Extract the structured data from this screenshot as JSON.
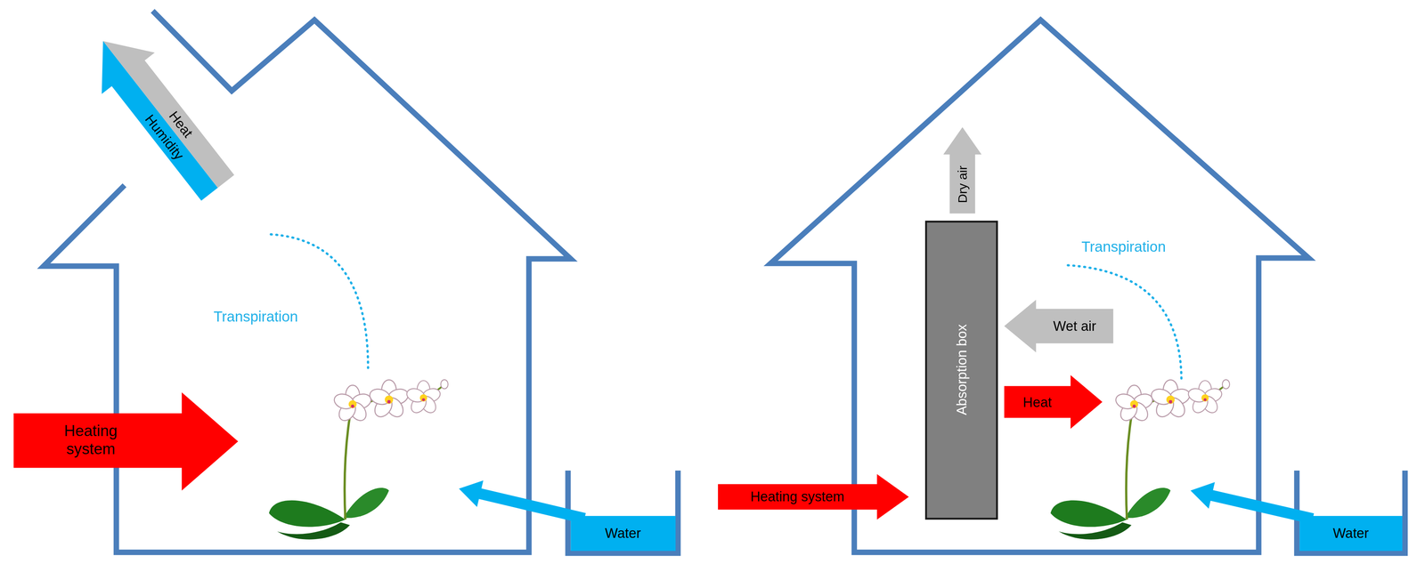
{
  "diagram": {
    "nodes": [
      {
        "text": [
          "Heat"
        ]
      },
      {
        "text": [
          "Humidity"
        ]
      },
      {
        "text": [
          "Heating system"
        ]
      },
      {
        "text": [
          "Water"
        ]
      },
      {
        "text": [
          "Dry air"
        ]
      },
      {
        "text": [
          "Absorption box"
        ]
      },
      {
        "text": [
          "Wet air"
        ]
      },
      {
        "text": [
          "Heat"
        ]
      },
      {
        "text": [
          "Heating system"
        ]
      },
      {
        "text": [
          "Water"
        ]
      }
    ],
    "labels": [
      "Transpiration",
      "Transpiration"
    ]
  }
}
